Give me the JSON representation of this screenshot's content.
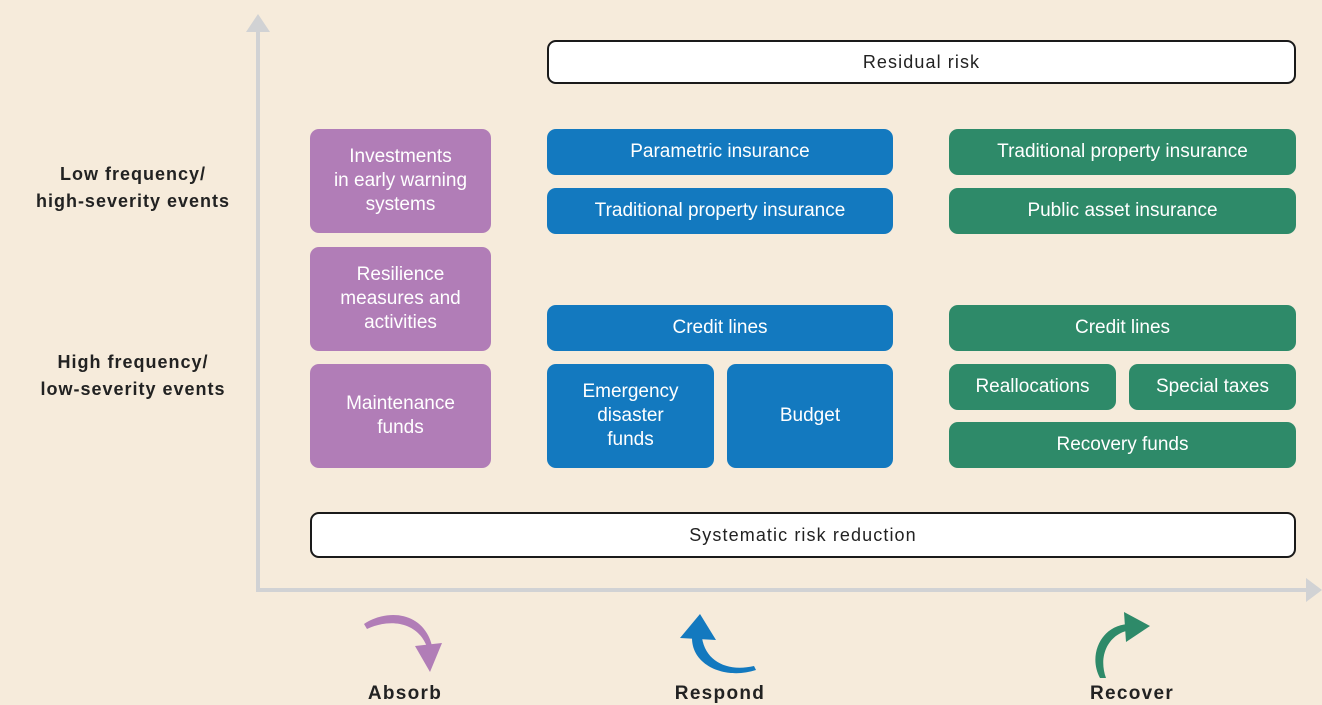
{
  "colors": {
    "purple": "#b17db7",
    "blue": "#1379bf",
    "green": "#2e8a69",
    "axis": "#d1d2d4",
    "background": "#f6ebdb"
  },
  "y_axis_labels": {
    "low_frequency": "Low frequency/\nhigh-severity events",
    "high_frequency": "High frequency/\nlow-severity events"
  },
  "bands": {
    "residual_risk": "Residual risk",
    "systematic_risk_reduction": "Systematic risk reduction"
  },
  "absorb": {
    "label": "Absorb",
    "icon": "curved-arrow-down-right",
    "items": [
      "Investments\nin early warning\nsystems",
      "Resilience\nmeasures and\nactivities",
      "Maintenance\nfunds"
    ]
  },
  "respond": {
    "label": "Respond",
    "icon": "curved-arrow-up",
    "items": {
      "parametric": "Parametric insurance",
      "traditional_property": "Traditional property insurance",
      "credit_lines": "Credit lines",
      "emergency": "Emergency\ndisaster\nfunds",
      "budget": "Budget"
    }
  },
  "recover": {
    "label": "Recover",
    "icon": "curved-arrow-up-right",
    "items": {
      "traditional_property": "Traditional property insurance",
      "public_asset": "Public asset insurance",
      "credit_lines": "Credit lines",
      "reallocations": "Reallocations",
      "special_taxes": "Special taxes",
      "recovery_funds": "Recovery funds"
    }
  }
}
